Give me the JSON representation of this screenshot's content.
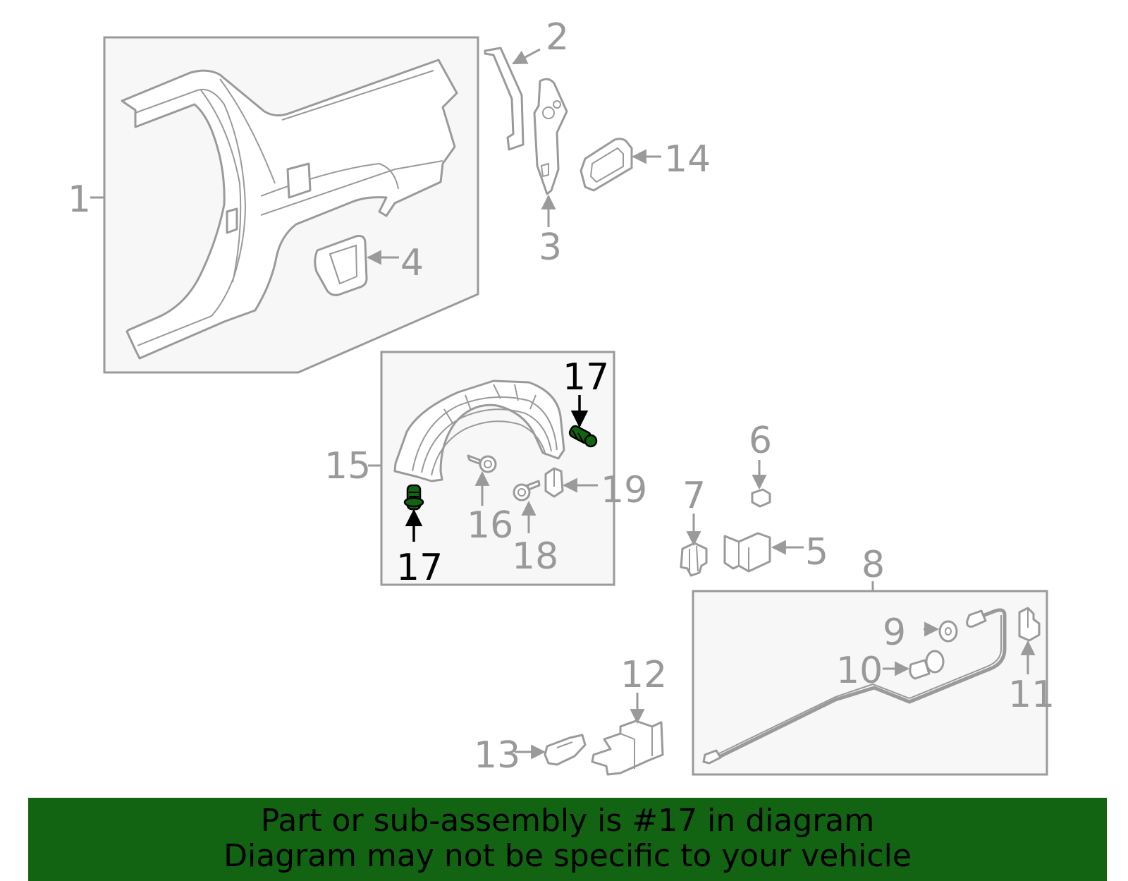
{
  "diagram": {
    "highlight_color": "#126412",
    "callouts": {
      "c1": "1",
      "c2": "2",
      "c3": "3",
      "c4": "4",
      "c5": "5",
      "c6": "6",
      "c7": "7",
      "c8": "8",
      "c9": "9",
      "c10": "10",
      "c11": "11",
      "c12": "12",
      "c13": "13",
      "c14": "14",
      "c15": "15",
      "c16": "16",
      "c17a": "17",
      "c17b": "17",
      "c18": "18",
      "c19": "19"
    }
  },
  "banner": {
    "line1": "Part or sub-assembly is #17 in diagram",
    "line2": "Diagram may not be specific to your vehicle"
  }
}
